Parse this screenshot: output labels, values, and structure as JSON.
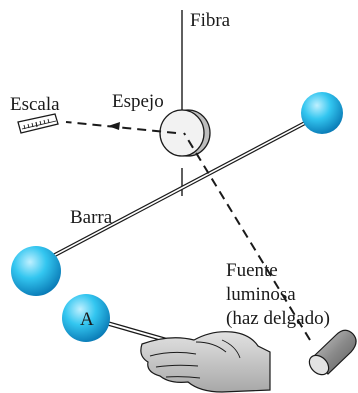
{
  "labels": {
    "fibra": "Fibra",
    "espejo": "Espejo",
    "escala": "Escala",
    "barra": "Barra",
    "fuente_line1": "Fuente",
    "fuente_line2": "luminosa",
    "fuente_line3": "(haz delgado)",
    "sphere_a": "A"
  },
  "colors": {
    "sphere_light": "#bff0ff",
    "sphere_mid": "#33c6f0",
    "sphere_dark": "#0878b4",
    "line": "#1a1a1a",
    "mirror_fill": "#f2f2f2",
    "hand_fill": "#c9c9c9",
    "light_source_fill": "#9a9a9a"
  }
}
